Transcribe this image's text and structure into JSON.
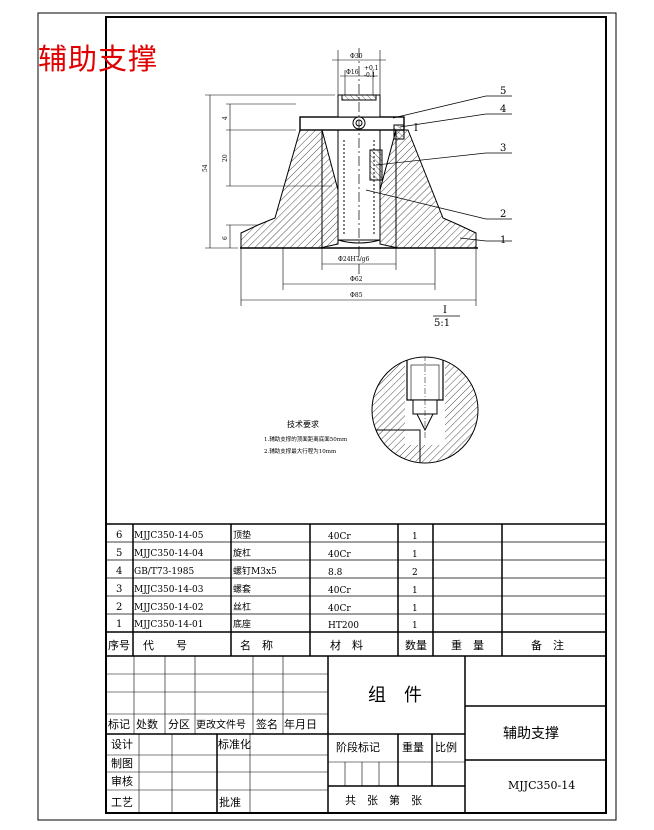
{
  "title": "辅助支撑",
  "colors": {
    "title": "#e00000",
    "line": "#000000",
    "paper": "#ffffff"
  },
  "drawing": {
    "dim_phi30": "Φ30",
    "dim_phi16": "Φ16",
    "dim_tol_top": "+0.1",
    "dim_tol_bot": "-0.1",
    "dim_54": "54",
    "dim_20": "20",
    "dim_6": "6",
    "dim_4": "4",
    "dim_phi24": "Φ24H7/g6",
    "dim_phi62": "Φ62",
    "dim_phi85": "Φ85",
    "callouts": [
      "5",
      "4",
      "3",
      "2",
      "1"
    ],
    "section_mark": "I",
    "detail_label_top": "I",
    "detail_label_bottom": "5:1",
    "tech_title": "技术要求",
    "tech_req_1": "1.辅助支撑的顶面距离底面50mm",
    "tech_req_2": "2.辅助支撑最大行程为10mm"
  },
  "bom": {
    "rows": [
      {
        "seq": "6",
        "code": "MJJC350-14-05",
        "name": "顶垫",
        "material": "40Cr",
        "qty": "1"
      },
      {
        "seq": "5",
        "code": "MJJC350-14-04",
        "name": "旋杠",
        "material": "40Cr",
        "qty": "1"
      },
      {
        "seq": "4",
        "code": "GB/T73-1985",
        "name": "螺钉M3x5",
        "material": "8.8",
        "qty": "2"
      },
      {
        "seq": "3",
        "code": "MJJC350-14-03",
        "name": "螺套",
        "material": "40Cr",
        "qty": "1"
      },
      {
        "seq": "2",
        "code": "MJJC350-14-02",
        "name": "丝杠",
        "material": "40Cr",
        "qty": "1"
      },
      {
        "seq": "1",
        "code": "MJJC350-14-01",
        "name": "底座",
        "material": "HT200",
        "qty": "1"
      }
    ],
    "headers": {
      "seq": "序号",
      "code": "代　　号",
      "name": "名　称",
      "material": "材　料",
      "qty": "数量",
      "weight": "重　量",
      "remark": "备　注"
    }
  },
  "titleblock": {
    "assembly": "组　件",
    "part_name": "辅助支撑",
    "drawing_no": "MJJC350-14",
    "rev_labels": [
      "标记",
      "处数",
      "分区",
      "更改文件号",
      "签名",
      "年月日"
    ],
    "design": "设计",
    "std": "标准化",
    "drawn": "制图",
    "check": "审核",
    "process": "工艺",
    "approve": "批准",
    "stage": "阶段标记",
    "weight": "重量",
    "scale": "比例",
    "sheets": "共　张　第　张"
  }
}
